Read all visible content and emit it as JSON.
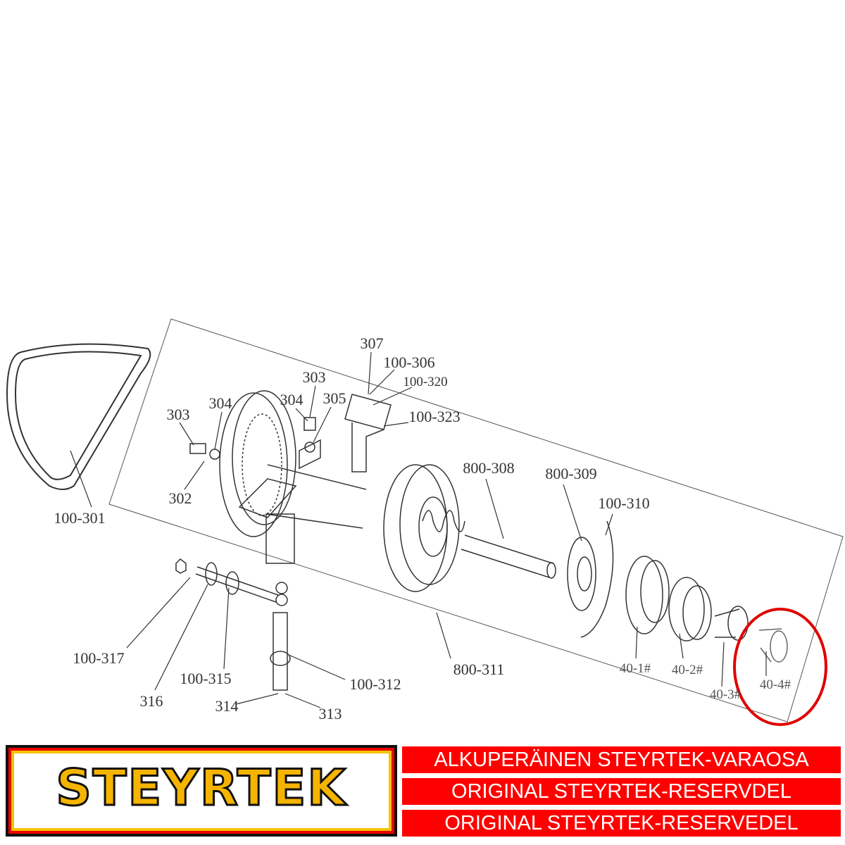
{
  "parts": {
    "p307": "307",
    "p100_306": "100-306",
    "p100_320": "100-320",
    "p303a": "303",
    "p304a": "304",
    "p305": "305",
    "p100_323": "100-323",
    "p303b": "303",
    "p304b": "304",
    "p302": "302",
    "p100_301": "100-301",
    "p800_308": "800-308",
    "p800_309": "800-309",
    "p100_310": "100-310",
    "p100_317": "100-317",
    "p316": "316",
    "p100_315": "100-315",
    "p100_312": "100-312",
    "p314": "314",
    "p313": "313",
    "p800_311": "800-311",
    "p40_1": "40-1#",
    "p40_2": "40-2#",
    "p40_3": "40-3#",
    "p40_4": "40-4#"
  },
  "logo": {
    "brand": "STEYRTEK"
  },
  "banners": [
    "ALKUPERÄINEN STEYRTEK-VARAOSA",
    "ORIGINAL STEYRTEK-RESERVDEL",
    "ORIGINAL STEYRTEK-RESERVEDEL"
  ],
  "colors": {
    "highlight": "#e00000",
    "banner": "#ff0000",
    "logo_yellow": "#f5c400"
  }
}
